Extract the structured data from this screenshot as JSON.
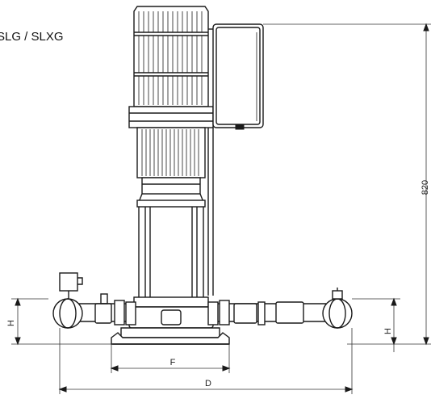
{
  "drawing": {
    "model_title": "SLG / SLXG",
    "dimension_labels": {
      "height_total": "820",
      "pipe_height_left": "H",
      "pipe_height_right": "H",
      "base_width": "F",
      "overall_width": "D"
    },
    "colors": {
      "line": "#1a1a1a",
      "background": "#ffffff"
    }
  }
}
